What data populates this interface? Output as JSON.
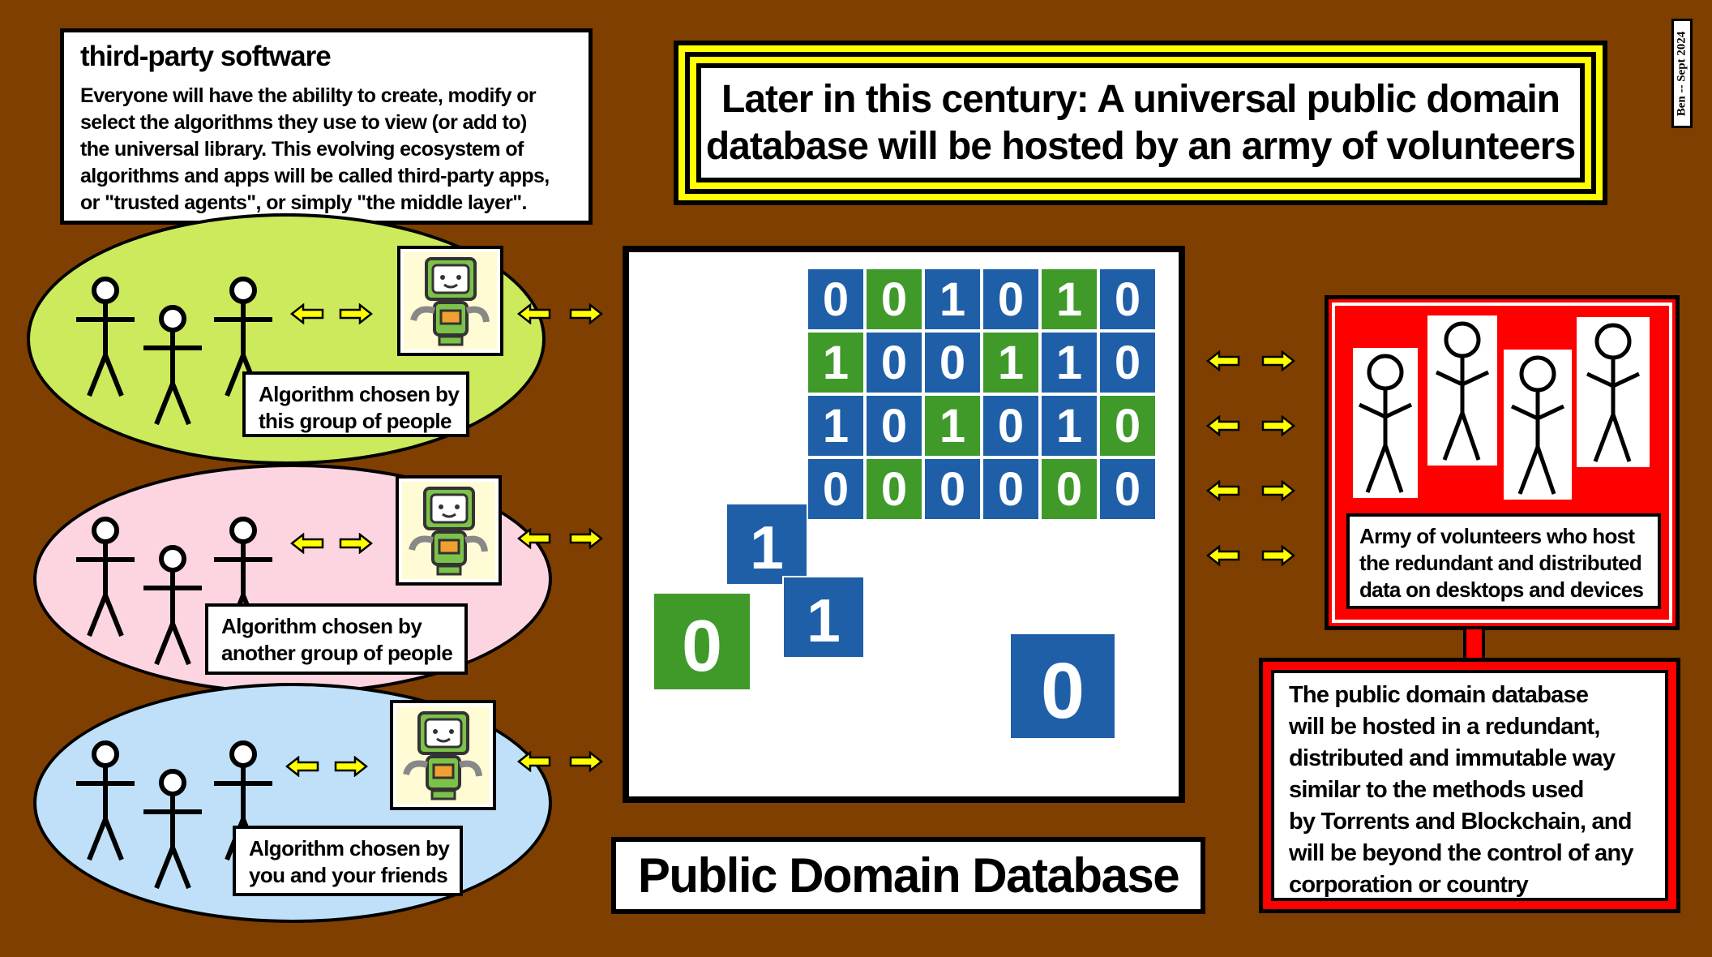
{
  "third_party": {
    "heading": "third-party software",
    "lines": [
      "Everyone will have the abililty to create, modify or",
      "select the algorithms they use to view (or add to)",
      "the universal library.  This evolving ecosystem of",
      "algorithms and apps will be called third-party apps,",
      "or \"trusted agents\", or simply \"the middle layer\"."
    ]
  },
  "title": {
    "lines": [
      "Later in this century: A universal public domain",
      "database will be hosted by an army of volunteers"
    ]
  },
  "credit": "Ben -- Sept 2024",
  "groups": [
    {
      "label": [
        "Algorithm chosen by",
        "this group of people"
      ],
      "color": "#ccea5c"
    },
    {
      "label": [
        "Algorithm chosen by",
        "another group of people"
      ],
      "color": "#fdd5e1"
    },
    {
      "label": [
        "Algorithm chosen by",
        "you and your friends"
      ],
      "color": "#bfe0f8"
    }
  ],
  "database_label": "Public Domain Database",
  "army": {
    "label": [
      "Army of volunteers who host",
      "the redundant and distributed",
      "data on desktops and devices"
    ]
  },
  "public_db": {
    "lines": [
      "The public domain database",
      "will be hosted in a redundant,",
      "distributed and immutable way",
      "similar to the methods used",
      "by Torrents and Blockchain, and",
      "will be beyond the control of any",
      "corporation or country"
    ]
  },
  "colors": {
    "background": "#7f3f00",
    "arrow": "#ffff00",
    "red": "#ff0000",
    "cube_blue": "#1f5fa8",
    "cube_green": "#3f9a2a"
  },
  "cube_digits": [
    [
      "0",
      "0",
      "1",
      "0",
      "1",
      "0"
    ],
    [
      "1",
      "0",
      "0",
      "1",
      "1",
      "0"
    ],
    [
      "1",
      "0",
      "1",
      "0",
      "1",
      "0"
    ],
    [
      "0",
      "0",
      "0",
      "0",
      "0",
      "0"
    ]
  ]
}
